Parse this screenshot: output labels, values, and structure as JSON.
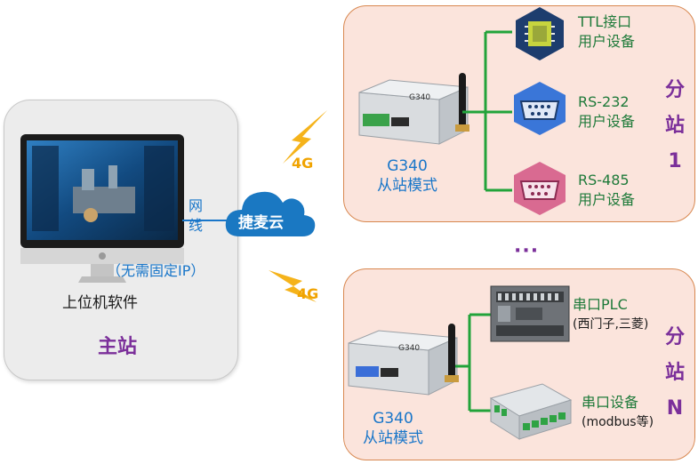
{
  "main_station": {
    "software_label": "上位机软件",
    "title": "主站",
    "ip_note": "（无需固定IP）",
    "cable_label_1": "网",
    "cable_label_2": "线"
  },
  "cloud": {
    "label": "捷麦云"
  },
  "links": {
    "top": "4G",
    "bottom": "4G"
  },
  "station_1": {
    "title_1": "分",
    "title_2": "站",
    "title_3": "1",
    "gateway_model": "G340",
    "gateway_line_1": "G340",
    "gateway_line_2": "从站模式",
    "devices": [
      {
        "line1": "TTL接口",
        "line2": "用户设备",
        "icon": "chip-icon"
      },
      {
        "line1": "RS-232",
        "line2": "用户设备",
        "icon": "db9-connector-icon"
      },
      {
        "line1": "RS-485",
        "line2": "用户设备",
        "icon": "db9-connector-icon"
      }
    ]
  },
  "ellipsis": "···",
  "station_n": {
    "title_1": "分",
    "title_2": "站",
    "title_3": "N",
    "gateway_model": "G340",
    "gateway_line_1": "G340",
    "gateway_line_2": "从站模式",
    "devices": [
      {
        "line1": "串口PLC",
        "line2": "(西门子,三菱)",
        "icon": "plc-icon"
      },
      {
        "line1": "串口设备",
        "line2": "(modbus等)",
        "icon": "io-module-icon"
      }
    ]
  },
  "colors": {
    "accent_purple": "#7b2f9a",
    "bolt_orange": "#f5b31b",
    "cloud_blue": "#1a78c2",
    "connector_green": "#22a33a",
    "station_fill": "#fbe4dc",
    "station_border": "#d8874f"
  }
}
